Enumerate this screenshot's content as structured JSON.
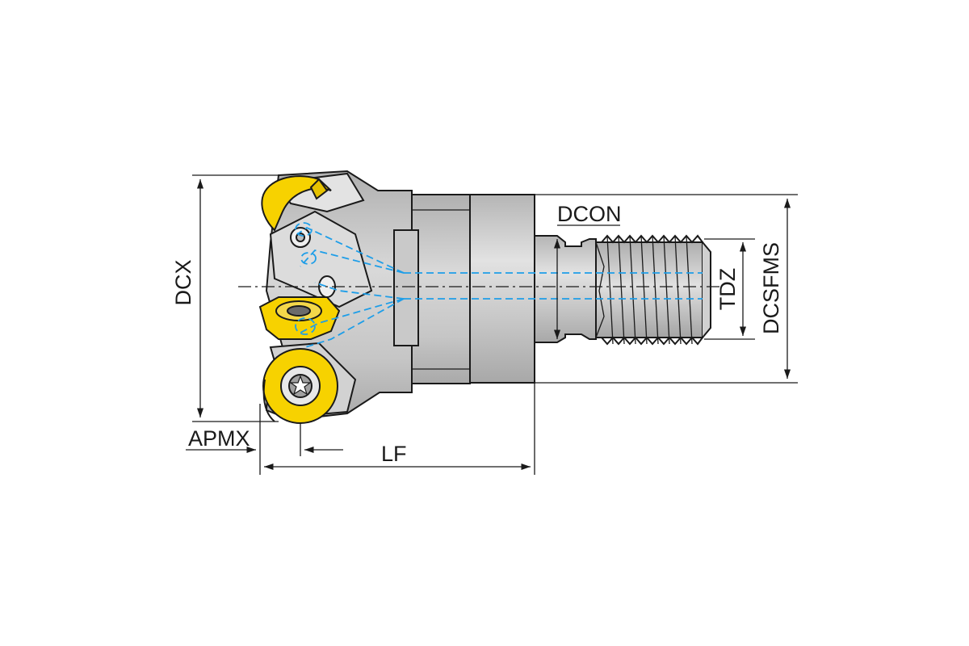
{
  "dimensions": {
    "dcx": "DCX",
    "apmx": "APMX",
    "lf": "LF",
    "dcon": "DCON",
    "tdz": "TDZ",
    "dcsfms": "DCSFMS"
  },
  "colors": {
    "insert": "#f7d200",
    "body": "#c8c8c8",
    "body_light": "#dcdcdc",
    "body_dark": "#a9a9a9",
    "coolant": "#1e9ee8",
    "line": "#1a1a1a"
  },
  "icons": [
    "torx-screw-icon",
    "insert-icon",
    "thread-icon"
  ]
}
